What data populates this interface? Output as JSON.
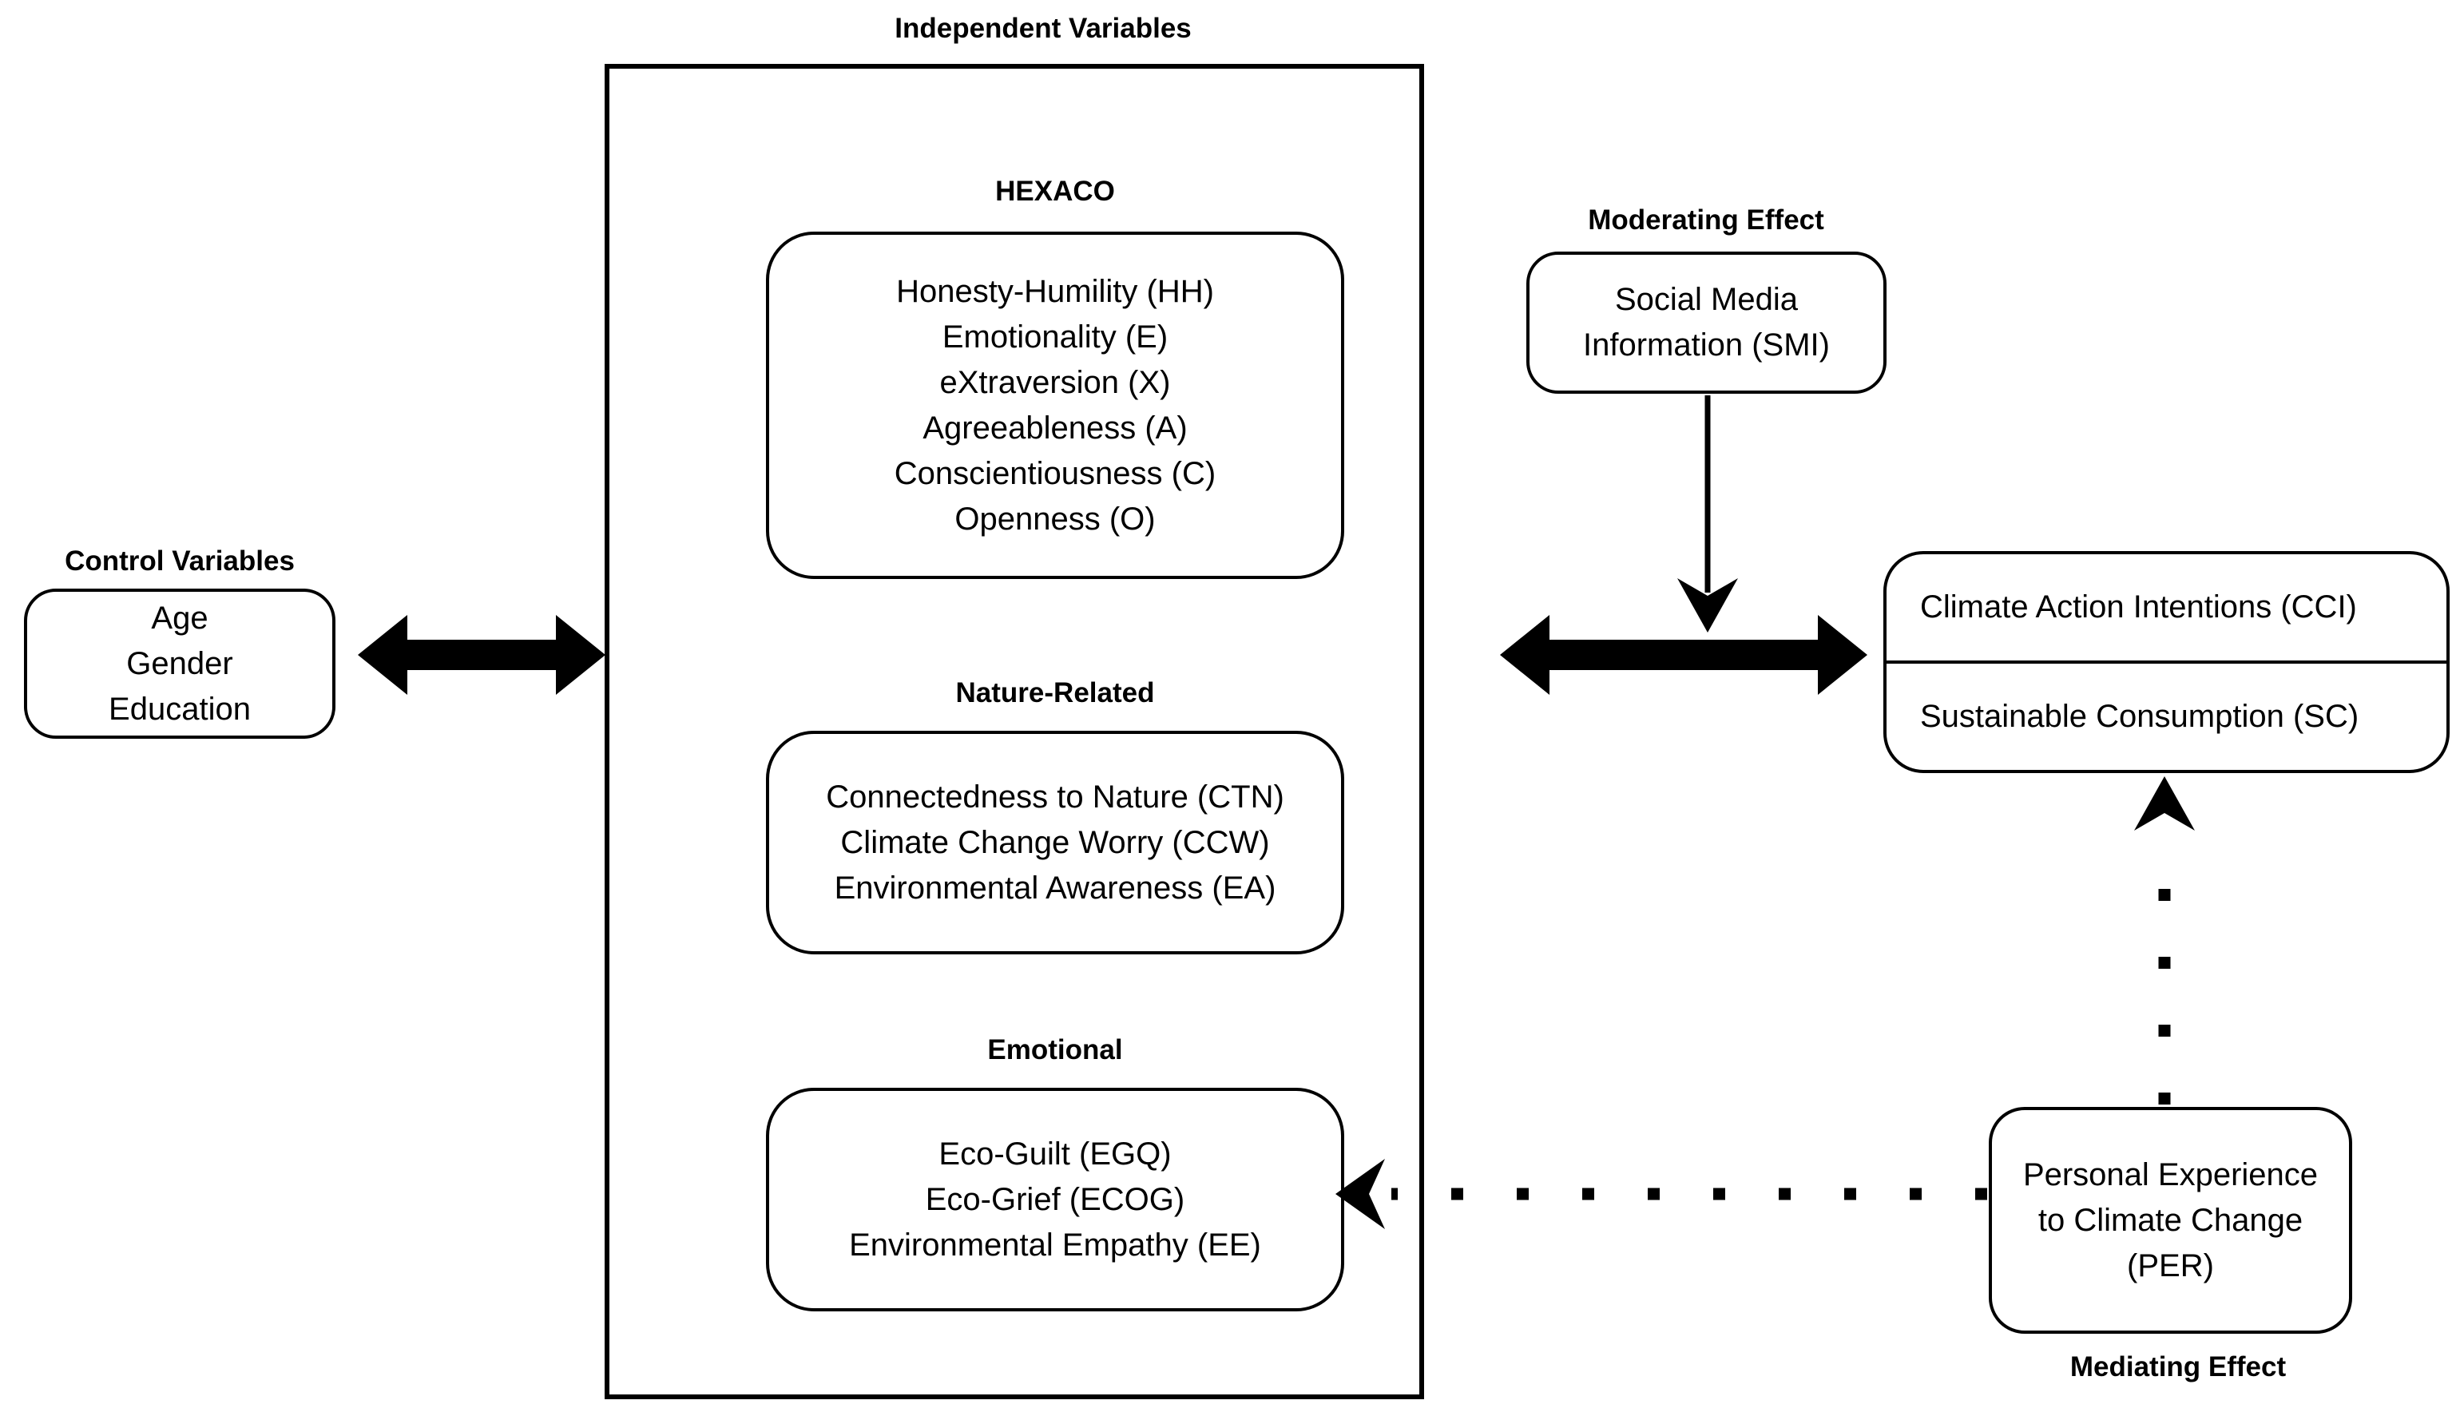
{
  "independent": {
    "title": "Independent Variables",
    "groups": [
      {
        "label": "HEXACO",
        "items": [
          "Honesty-Humility (HH)",
          "Emotionality (E)",
          "eXtraversion (X)",
          "Agreeableness (A)",
          "Conscientiousness (C)",
          "Openness (O)"
        ]
      },
      {
        "label": "Nature-Related",
        "items": [
          "Connectedness to Nature (CTN)",
          "Climate Change Worry (CCW)",
          "Environmental Awareness (EA)"
        ]
      },
      {
        "label": "Emotional",
        "items": [
          "Eco-Guilt (EGQ)",
          "Eco-Grief (ECOG)",
          "Environmental Empathy (EE)"
        ]
      }
    ]
  },
  "control": {
    "label": "Control Variables",
    "items": [
      "Age",
      "Gender",
      "Education"
    ]
  },
  "moderating": {
    "label": "Moderating Effect",
    "lines": [
      "Social Media",
      "Information (SMI)"
    ]
  },
  "outcomes": {
    "items": [
      "Climate Action Intentions (CCI)",
      "Sustainable Consumption (SC)"
    ]
  },
  "mediating": {
    "label": "Mediating Effect",
    "lines": [
      "Personal Experience",
      "to Climate Change",
      "(PER)"
    ]
  },
  "connections": [
    {
      "from": "control-variables",
      "to": "independent-variables",
      "style": "solid-double-headed-block-arrow"
    },
    {
      "from": "independent-variables",
      "to": "outcomes",
      "style": "solid-double-headed-block-arrow"
    },
    {
      "from": "social-media-information",
      "to": "iv-outcome-relationship",
      "style": "solid-thin-arrow-down"
    },
    {
      "from": "personal-experience",
      "to": "emotional-variables",
      "style": "dotted-arrow-left"
    },
    {
      "from": "personal-experience",
      "to": "outcomes",
      "style": "dotted-arrow-up"
    }
  ],
  "colors": {
    "ink": "#000000",
    "background": "#ffffff"
  }
}
